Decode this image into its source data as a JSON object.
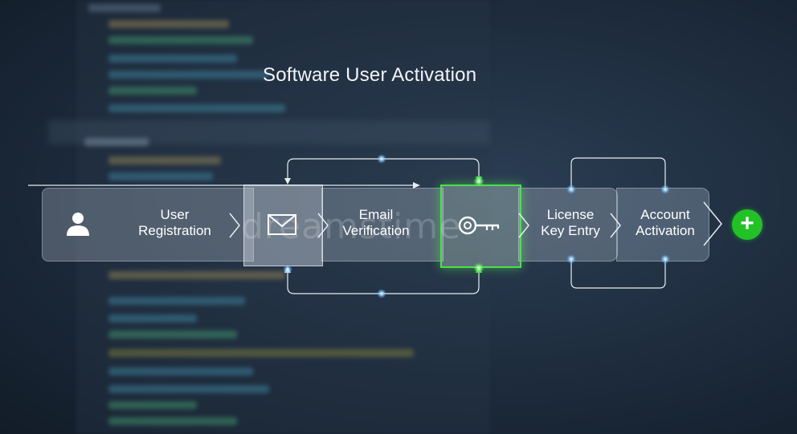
{
  "title": "Software User Activation",
  "steps": [
    {
      "label_line1": "User",
      "label_line2": "Registration",
      "icon": "user-icon"
    },
    {
      "icon": "envelope-icon"
    },
    {
      "label_line1": "Email",
      "label_line2": "Verification"
    },
    {
      "icon": "key-icon"
    },
    {
      "label_line1": "License",
      "label_line2": "Key Entry"
    },
    {
      "label_line1": "Account",
      "label_line2": "Activation"
    }
  ],
  "watermark": "dreamstime",
  "colors": {
    "accent_green": "#22c227",
    "highlight_green": "#4be04b",
    "connector": "#e6edf4",
    "background": "#1d2b3c"
  },
  "final_action_icon": "plus-icon"
}
